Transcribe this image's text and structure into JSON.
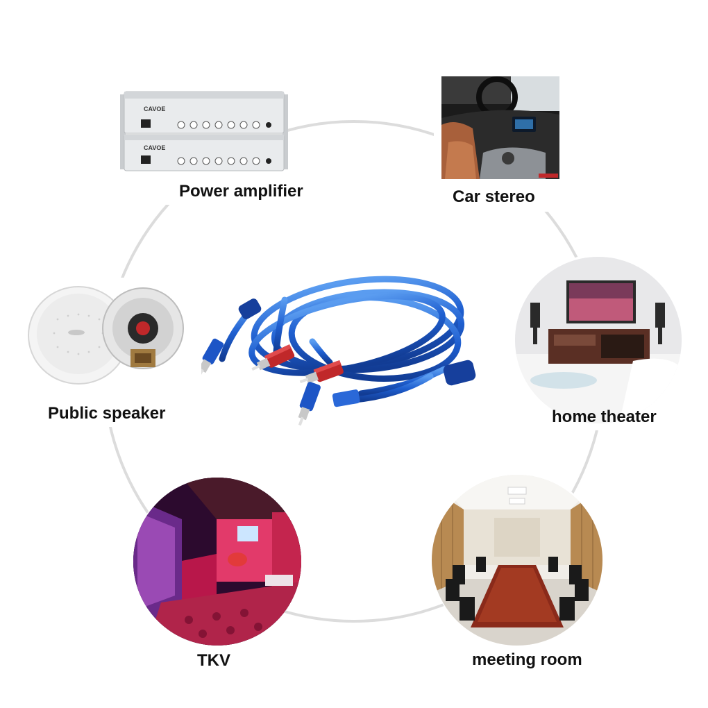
{
  "labels": {
    "power_amplifier": "Power amplifier",
    "car_stereo": "Car stereo",
    "public_speaker": "Public speaker",
    "home_theater": "home theater",
    "tkv": "TKV",
    "meeting_room": "meeting room"
  },
  "amplifier_brand": "CAVOE",
  "colors": {
    "ring": "#d6d6d6",
    "cable_blue": "#1f5fd0",
    "connector_red": "#c0282a",
    "label_text": "#111111"
  }
}
